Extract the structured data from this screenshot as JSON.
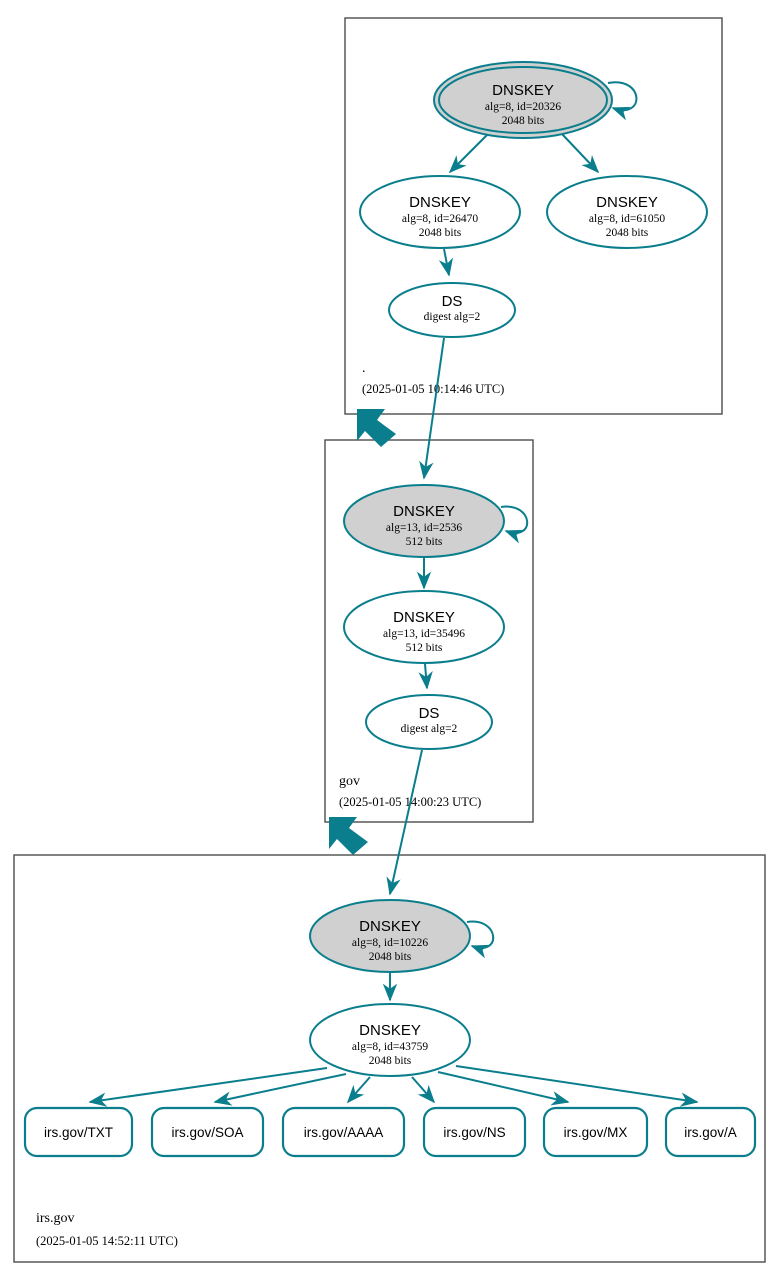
{
  "diagram": {
    "type": "dnssec-chain-of-trust",
    "accent_color": "#0a7e8c",
    "secure_fill": "#d0d0d0",
    "zone_border_color": "#4d4d4d"
  },
  "zones": [
    {
      "id": "root",
      "label": ".",
      "timestamp": "(2025-01-05 10:14:46 UTC)",
      "nodes": [
        {
          "id": "root-ksk",
          "kind": "DNSKEY",
          "title": "DNSKEY",
          "line2": "alg=8, id=20326",
          "line3": "2048 bits",
          "trust_anchor": true,
          "secure": true,
          "self_signed": true
        },
        {
          "id": "root-zsk-26470",
          "kind": "DNSKEY",
          "title": "DNSKEY",
          "line2": "alg=8, id=26470",
          "line3": "2048 bits",
          "trust_anchor": false,
          "secure": false,
          "self_signed": false
        },
        {
          "id": "root-zsk-61050",
          "kind": "DNSKEY",
          "title": "DNSKEY",
          "line2": "alg=8, id=61050",
          "line3": "2048 bits",
          "trust_anchor": false,
          "secure": false,
          "self_signed": false
        },
        {
          "id": "root-ds",
          "kind": "DS",
          "title": "DS",
          "line2": "digest alg=2",
          "line3": "",
          "trust_anchor": false,
          "secure": false,
          "self_signed": false
        }
      ]
    },
    {
      "id": "gov",
      "label": "gov",
      "timestamp": "(2025-01-05 14:00:23 UTC)",
      "nodes": [
        {
          "id": "gov-ksk",
          "kind": "DNSKEY",
          "title": "DNSKEY",
          "line2": "alg=13, id=2536",
          "line3": "512 bits",
          "trust_anchor": false,
          "secure": true,
          "self_signed": true
        },
        {
          "id": "gov-zsk",
          "kind": "DNSKEY",
          "title": "DNSKEY",
          "line2": "alg=13, id=35496",
          "line3": "512 bits",
          "trust_anchor": false,
          "secure": false,
          "self_signed": false
        },
        {
          "id": "gov-ds",
          "kind": "DS",
          "title": "DS",
          "line2": "digest alg=2",
          "line3": "",
          "trust_anchor": false,
          "secure": false,
          "self_signed": false
        }
      ]
    },
    {
      "id": "irsgov",
      "label": "irs.gov",
      "timestamp": "(2025-01-05 14:52:11 UTC)",
      "nodes": [
        {
          "id": "irs-ksk",
          "kind": "DNSKEY",
          "title": "DNSKEY",
          "line2": "alg=8, id=10226",
          "line3": "2048 bits",
          "trust_anchor": false,
          "secure": true,
          "self_signed": true
        },
        {
          "id": "irs-zsk",
          "kind": "DNSKEY",
          "title": "DNSKEY",
          "line2": "alg=8, id=43759",
          "line3": "2048 bits",
          "trust_anchor": false,
          "secure": false,
          "self_signed": false
        }
      ],
      "rrsets": [
        {
          "id": "rr-txt",
          "label": "irs.gov/TXT"
        },
        {
          "id": "rr-soa",
          "label": "irs.gov/SOA"
        },
        {
          "id": "rr-aaaa",
          "label": "irs.gov/AAAA"
        },
        {
          "id": "rr-ns",
          "label": "irs.gov/NS"
        },
        {
          "id": "rr-mx",
          "label": "irs.gov/MX"
        },
        {
          "id": "rr-a",
          "label": "irs.gov/A"
        }
      ]
    }
  ],
  "edges": [
    {
      "from": "root-ksk",
      "to": "root-ksk",
      "kind": "self-sign"
    },
    {
      "from": "root-ksk",
      "to": "root-zsk-26470",
      "kind": "sign"
    },
    {
      "from": "root-ksk",
      "to": "root-zsk-61050",
      "kind": "sign"
    },
    {
      "from": "root-zsk-26470",
      "to": "root-ds",
      "kind": "sign"
    },
    {
      "from": "root-ds",
      "to": "gov-ksk",
      "kind": "delegation"
    },
    {
      "from": "gov-ksk",
      "to": "gov-ksk",
      "kind": "self-sign"
    },
    {
      "from": "gov-ksk",
      "to": "gov-zsk",
      "kind": "sign"
    },
    {
      "from": "gov-zsk",
      "to": "gov-ds",
      "kind": "sign"
    },
    {
      "from": "gov-ds",
      "to": "irs-ksk",
      "kind": "delegation"
    },
    {
      "from": "irs-ksk",
      "to": "irs-ksk",
      "kind": "self-sign"
    },
    {
      "from": "irs-ksk",
      "to": "irs-zsk",
      "kind": "sign"
    },
    {
      "from": "irs-zsk",
      "to": "rr-txt",
      "kind": "sign"
    },
    {
      "from": "irs-zsk",
      "to": "rr-soa",
      "kind": "sign"
    },
    {
      "from": "irs-zsk",
      "to": "rr-aaaa",
      "kind": "sign"
    },
    {
      "from": "irs-zsk",
      "to": "rr-ns",
      "kind": "sign"
    },
    {
      "from": "irs-zsk",
      "to": "rr-mx",
      "kind": "sign"
    },
    {
      "from": "irs-zsk",
      "to": "rr-a",
      "kind": "sign"
    }
  ]
}
